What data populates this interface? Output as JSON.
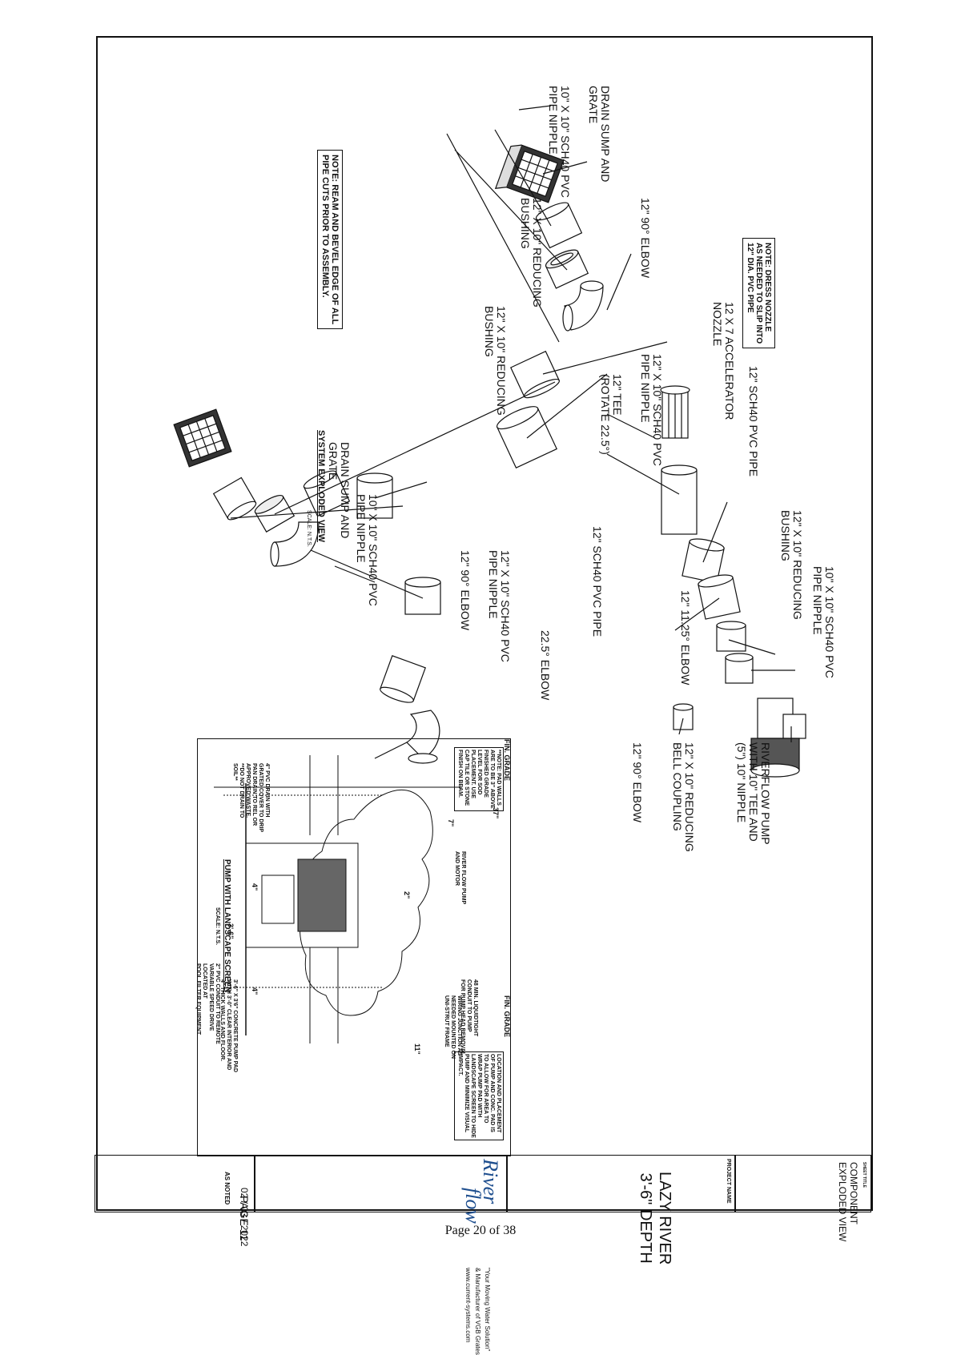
{
  "drawing": {
    "notes": {
      "ream": "NOTE: REAM AND BEVEL EDGE OF ALL\nPIPE CUTS PRIOR TO ASSEMBLY.",
      "dress": "NOTE: DRESS NOZZLE\nAS NEEDED TO SLIP INTO\n12\" DIA. PVC PIPE"
    },
    "labels": {
      "drain_sump_1": "DRAIN SUMP AND\nGRATE",
      "nipple_top": "10\" X 10\" SCH40 PVC\nPIPE NIPPLE",
      "reducing_1": "12\" X 10\" REDUCING\nBUSHING",
      "elbow_top": "12\" 90° ELBOW",
      "reducing_2": "12\" X 10\" REDUCING\nBUSHING",
      "nipple_12x10_a": "12\" X 10\" SCH40 PVC\nPIPE NIPPLE",
      "tee": "12\" TEE\n(ROTATE 22.5°)",
      "drain_sump_2": "DRAIN SUMP AND\nGRATE",
      "nipple_10x10_b": "10\" X 10\" SCH40 PVC\nPIPE NIPPLE",
      "elbow_90_b": "12\" 90° ELBOW",
      "nipple_12x10_b": "12\" X 10\" SCH40 PVC\nPIPE NIPPLE",
      "pipe_12_a": "12\" SCH40 PVC PIPE",
      "elbow_225": "22.5° ELBOW",
      "elbow_90_c": "12\" 90° ELBOW",
      "accelerator": "12 x 7 ACCELERATOR\nNOZZLE",
      "pipe_12_b": "12\" SCH40 PVC PIPE",
      "reducing_3": "12\" X 10\" REDUCING\nBUSHING",
      "nipple_10x10_c": "10\" X 10\" SCH40 PVC\nPIPE NIPPLE",
      "elbow_1125": "12\" 11.25° ELBOW",
      "bell_coupling": "12\" X 10\" REDUCING\nBELL COUPLING",
      "pump": "RIVERFLOW PUMP\nWITH 10\" TEE AND\n(5\") 10\" NIPPLE"
    },
    "view_title": "SYSTEM EXPLODED VIEW",
    "view_scale": "SCALE: N.T.S."
  },
  "inset": {
    "title": "PUMP WITH LANDSCAPE SCREEN",
    "scale": "SCALE: N.T.S.",
    "fin_grade_left": "FIN. GRADE",
    "fin_grade_right": "FIN. GRADE",
    "note_pad": "**NOTE: PAD WALLS\nARE TO BE 3\" ABOVE\nFINISHED GRADE\nLEVEL FOR SOD\nPLACEMENT. USE\nCAP TILE OR STONE\nFINISH ON BEAM.",
    "note_location": "LOCATION AND PLACEMENT\nOF PUMP AND CONC. PAD IS\nTO ALLOW FOR AREA TO\nWRAP PUMP PAD WITH\nLANDSCAPE SCREEN TO HIDE\nPUMP AND MINIMIZE VISUAL\nIMPACT.",
    "callout_pump": "RIVER FLOW PUMP\nAND MOTOR",
    "callout_conduit": "48 MIN. LIQUIDTIGHT\nCONDUIT TO PUMP\nFOR PUMP HEAD REMOVAL",
    "callout_junction": "WIRING JUNCTION AS\nNEEDED MOUNTED ON\nUNI-STRUT FRAME",
    "callout_pad": "3'-6\" X 3'6\" CONCRETE PUMP PAD\nWITH 3'-0\" CLEAR INTERIOR AND\n4\" THICK WALLS AND FLOOR.",
    "callout_conduit2": "2\" PVC CONDUIT TO REMOTE\nVARIABLE SPEED DRIVE\nLOCATED AT\nPOOL FILTER EQUIPMENT",
    "callout_drain": "4\" PVC DRAIN WITH\nGRATED COVER TO DRIP\nPAN DRAIN TO REL OR\nAPPROVED WASTE.\n**DO NOT DRAIN TO\nSOIL**",
    "dim_37": "37\"",
    "dim_7": "7\"",
    "dim_2": "2\"",
    "dim_4a": "4\"",
    "dim_36": "3'-6\"",
    "dim_4b": "4\"",
    "dim_11": "11\""
  },
  "title_block": {
    "brand_line1": "River",
    "brand_line2": "flow",
    "tagline": "\"Your Moving Water Solution\"",
    "manufacturer": "& Manufacturer of VGB Grates",
    "website": "www.current-systems.com",
    "project_label": "PROJECT NAME",
    "project_name": "LAZY RIVER\n3'-6\" DEPTH",
    "sheet_label": "SHEET TITLE",
    "sheet_title": "COMPONENT\nEXPLODED VIEW",
    "scale_value": "AS NOTED",
    "date": "02 / 03 / 2022",
    "page": "PAGE 11"
  },
  "footer": "Page 20 of 38"
}
